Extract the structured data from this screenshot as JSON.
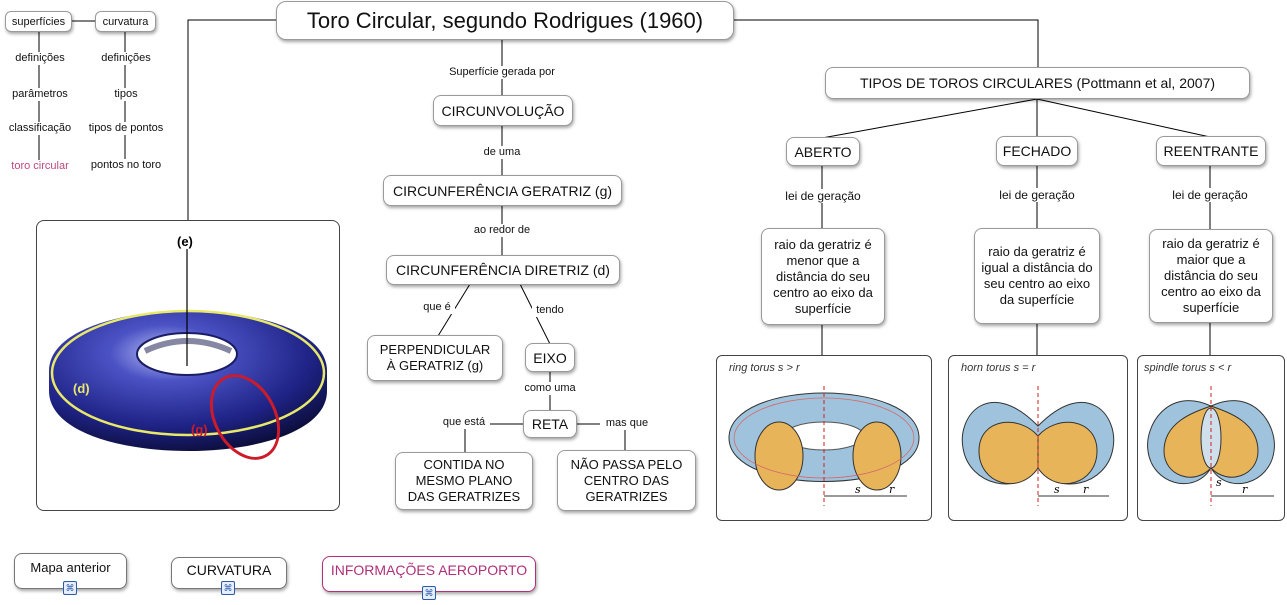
{
  "title": "Toro Circular, segundo Rodrigues (1960)",
  "left_menu": {
    "col1_header": "superfícies",
    "col2_header": "curvatura",
    "col1_items": [
      "definições",
      "parâmetros",
      "classificação",
      "toro circular"
    ],
    "col2_items": [
      "definições",
      "tipos",
      "tipos de pontos",
      "pontos no toro"
    ]
  },
  "torus_image": {
    "label_e": "(e)",
    "label_d": "(d)",
    "label_g": "(g)",
    "colors": {
      "torus": "#2a2f8f",
      "directrix": "#e8e86a",
      "generatrix": "#cc1b2b"
    }
  },
  "definition_chain": {
    "link1": "Superfície gerada por",
    "node1": "CIRCUNVOLUÇÃO",
    "link2": "de uma",
    "node2": "CIRCUNFERÊNCIA GERATRIZ (g)",
    "link3": "ao redor de",
    "node3": "CIRCUNFERÊNCIA DIRETRIZ (d)",
    "link_que_e": "que é",
    "node_perp": "PERPENDICULAR À GERATRIZ (g)",
    "link_tendo": "tendo",
    "node_eixo": "EIXO",
    "link_como_uma": "como uma",
    "node_reta": "RETA",
    "link_que_esta": "que está",
    "node_contida": "CONTIDA NO MESMO PLANO DAS GERATRIZES",
    "link_mas_que": "mas que",
    "node_nao_passa": "NÃO PASSA PELO CENTRO DAS GERATRIZES"
  },
  "types_header": "TIPOS DE TOROS CIRCULARES (Pottmann et al, 2007)",
  "types": [
    {
      "name": "ABERTO",
      "link": "lei de geração",
      "rule": "raio da geratriz é menor que a distância do seu centro ao eixo da superfície",
      "caption": "ring torus s > r"
    },
    {
      "name": "FECHADO",
      "link": "lei de geração",
      "rule": "raio da geratriz é igual a distância do seu centro ao eixo da superfície",
      "caption": "horn torus s = r"
    },
    {
      "name": "REENTRANTE",
      "link": "lei de geração",
      "rule": "raio da geratriz é maior que a distância do seu centro ao eixo da superfície",
      "caption": "spindle torus s < r"
    }
  ],
  "dimension_labels": {
    "s": "s",
    "r": "r"
  },
  "bottom_nav": [
    {
      "label": "Mapa anterior",
      "icon": "map-link-icon"
    },
    {
      "label": "CURVATURA",
      "icon": "map-link-icon"
    },
    {
      "label": "INFORMAÇÕES AEROPORTO",
      "icon": "map-link-icon"
    }
  ]
}
